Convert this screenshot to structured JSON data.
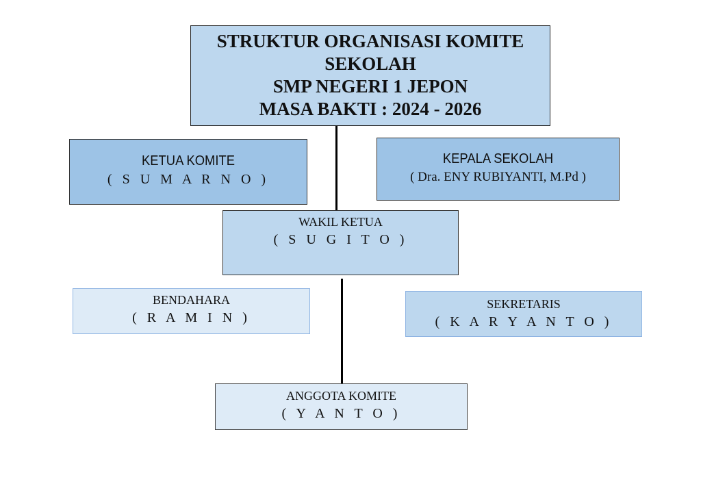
{
  "title": {
    "lines": [
      "STRUKTUR ORGANISASI KOMITE",
      "SEKOLAH",
      "SMP NEGERI 1 JEPON",
      "MASA BAKTI : 2024 - 2026"
    ]
  },
  "nodes": {
    "ketua": {
      "role": "KETUA KOMITE",
      "name": "( S U M A R N O )"
    },
    "kepala": {
      "role": "KEPALA SEKOLAH",
      "name": "( Dra. ENY RUBIYANTI, M.Pd )"
    },
    "wakil": {
      "role": "WAKIL KETUA",
      "name": "( S U G I T O )"
    },
    "bendahara": {
      "role": "BENDAHARA",
      "name": "( R A M I N )"
    },
    "sekretaris": {
      "role": "SEKRETARIS",
      "name": "( K A R Y A N T O )"
    },
    "anggota": {
      "role": "ANGGOTA KOMITE",
      "name": "( Y A N T O )"
    }
  },
  "colors": {
    "dark": "#9dc3e6",
    "mid": "#bdd7ee",
    "light": "#deebf7"
  }
}
